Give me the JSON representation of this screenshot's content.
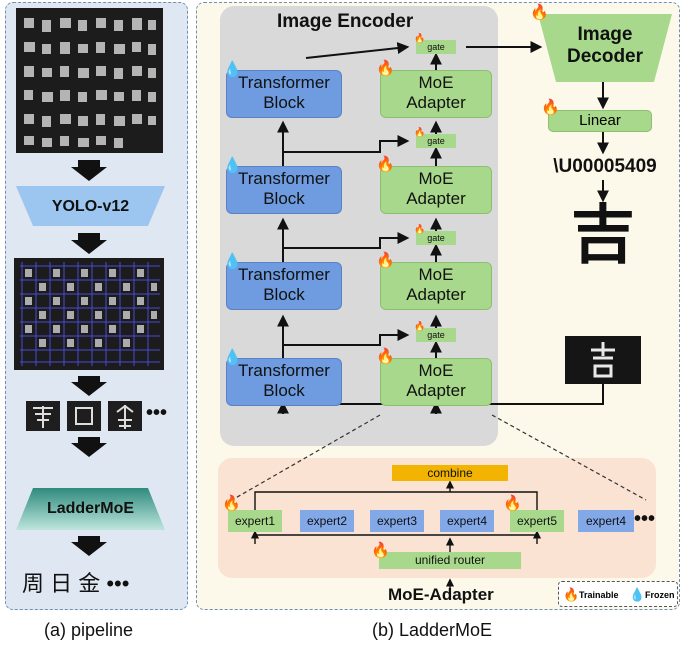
{
  "pipeline": {
    "yolo_label": "YOLO-v12",
    "model_label": "LadderMoE",
    "output_chars": "周 日 金 •••",
    "crops_ellipsis": "•••"
  },
  "encoder": {
    "title": "Image Encoder",
    "transformer_label": [
      "Transformer",
      "Block"
    ],
    "moe_label": [
      "MoE",
      "Adapter"
    ],
    "gate_label": "gate"
  },
  "decoder": {
    "title": [
      "Image",
      "Decoder"
    ],
    "linear_label": "Linear",
    "unicode": "\\U00005409",
    "result_char": "吉"
  },
  "moe_adapter": {
    "combine_label": "combine",
    "router_label": "unified router",
    "experts": [
      "expert1",
      "expert2",
      "expert3",
      "expert4",
      "expert5",
      "expert4"
    ],
    "ellipsis": "•••",
    "title": "MoE-Adapter"
  },
  "legend": {
    "trainable": "Trainable",
    "frozen": "Frozen"
  },
  "captions": {
    "a": "(a) pipeline",
    "b": "(b) LadderMoE"
  },
  "colors": {
    "transformer_block": "#6f9be0",
    "moe_adapter": "#a8d88c",
    "combine": "#f2b400",
    "encoder_bg": "#d9d9d9",
    "moe_bg": "#fbe3d3"
  },
  "icons": {
    "trainable": "flame-icon",
    "frozen": "water-drop-icon"
  }
}
